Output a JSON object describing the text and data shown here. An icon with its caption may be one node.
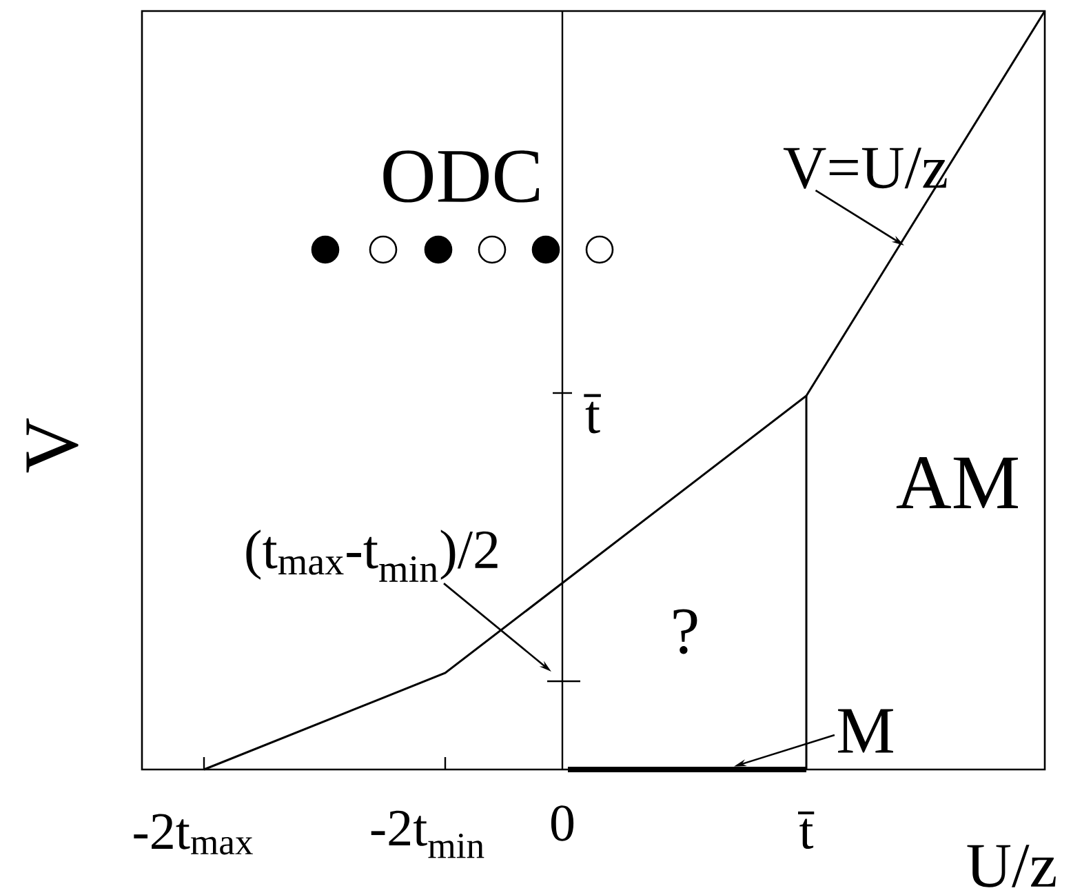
{
  "diagram": {
    "nodes": [
      {
        "text": [
          "V=U/z"
        ]
      },
      {
        "text": [
          "(t$_{max}$-t$_{min}$)/2"
        ]
      },
      {
        "text": [
          "M"
        ]
      },
      {
        "text": [],
        "shape": "bar"
      }
    ],
    "edges": [
      {
        "from": 0,
        "to": null,
        "arrow": "to"
      },
      {
        "from": 1,
        "to": null,
        "arrow": "to"
      },
      {
        "from": 2,
        "to": 3,
        "arrow": "to"
      }
    ],
    "labels": [
      "ODC",
      "t̄",
      "AM",
      "?",
      "V",
      "-2t$_{max}$",
      "-2t$_{min}$",
      "0",
      "t̄",
      "U/z"
    ]
  }
}
